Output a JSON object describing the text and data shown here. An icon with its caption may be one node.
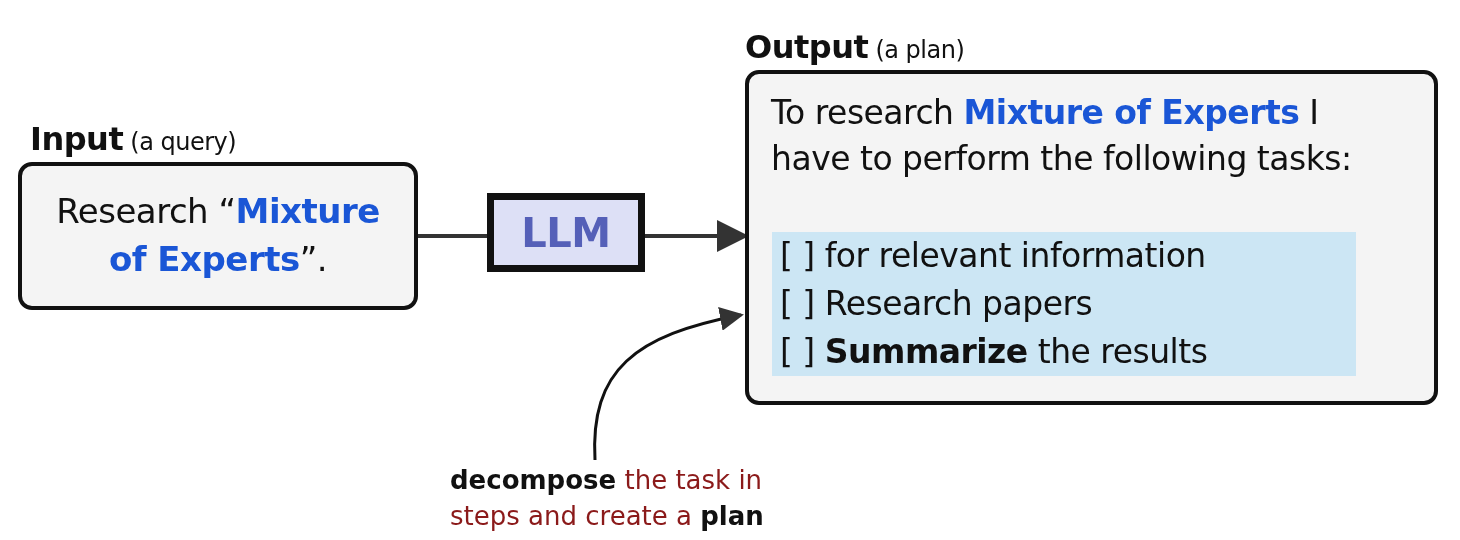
{
  "diagram": {
    "nodes": [
      {
        "text": [
          "**Input** (a query)",
          "Research “**Mixture of Experts**”."
        ]
      },
      {
        "text": [
          "LLM"
        ]
      },
      {
        "text": [
          "**Output** (a plan)",
          "To research **Mixture of Experts** I have to perform the following tasks:"
        ]
      },
      {
        "text": [
          "[ ] for relevant information",
          "[ ] Research papers",
          "[ ] **Summarize** the results"
        ],
        "in": 2
      },
      {
        "text": [
          "**decompose** the task in steps and create a **plan**"
        ]
      }
    ],
    "edges": [
      {
        "from": 0,
        "to": 1,
        "arrow": "none"
      },
      {
        "from": 1,
        "to": 2,
        "arrow": "to"
      },
      {
        "from": 4,
        "to": 2,
        "arrow": "to"
      }
    ]
  }
}
